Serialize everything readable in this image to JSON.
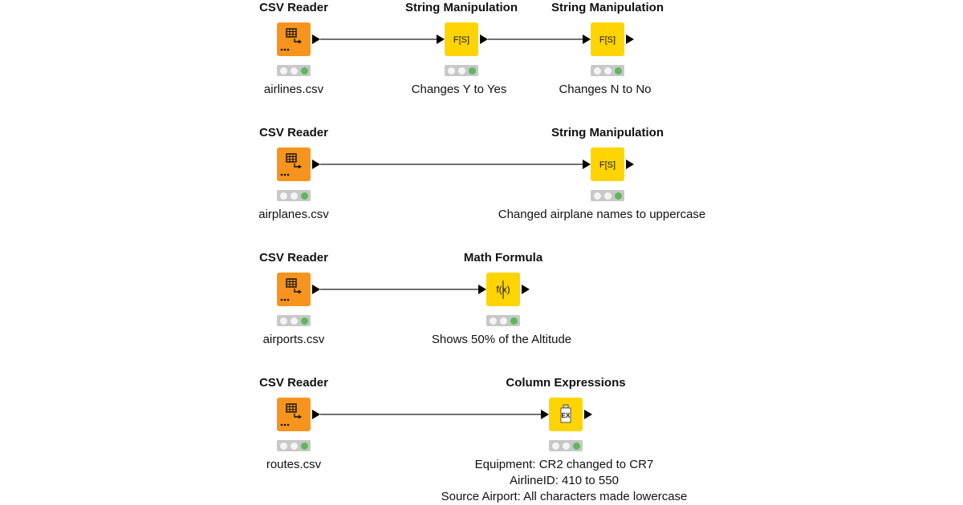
{
  "colors": {
    "reader": "#f7941d",
    "manipulator": "#ffd400",
    "edge": "#707070",
    "status_ok": "#5cb85c"
  },
  "rows": [
    {
      "nodes": [
        {
          "title": "CSV Reader",
          "caption": "airlines.csv",
          "kind": "reader",
          "icon": "table-import-icon"
        },
        {
          "title": "String Manipulation",
          "caption": "Changes Y to Yes",
          "kind": "manipulator",
          "icon": "string-manipulation-icon",
          "icon_text": "F[S]"
        },
        {
          "title": "String Manipulation",
          "caption": "Changes N to No",
          "kind": "manipulator",
          "icon": "string-manipulation-icon",
          "icon_text": "F[S]"
        }
      ]
    },
    {
      "nodes": [
        {
          "title": "CSV Reader",
          "caption": "airplanes.csv",
          "kind": "reader",
          "icon": "table-import-icon"
        },
        {
          "title": "String Manipulation",
          "caption": "Changed airplane names to uppercase",
          "kind": "manipulator",
          "icon": "string-manipulation-icon",
          "icon_text": "F[S]"
        }
      ]
    },
    {
      "nodes": [
        {
          "title": "CSV Reader",
          "caption": "airports.csv",
          "kind": "reader",
          "icon": "table-import-icon"
        },
        {
          "title": "Math Formula",
          "caption": "Shows 50% of the Altitude",
          "kind": "manipulator",
          "icon": "math-formula-icon",
          "icon_text": "f(x)"
        }
      ]
    },
    {
      "nodes": [
        {
          "title": "CSV Reader",
          "caption": "routes.csv",
          "kind": "reader",
          "icon": "table-import-icon"
        },
        {
          "title": "Column Expressions",
          "caption": "Equipment: CR2 changed to CR7\nAirlineID: 410 to 550\nSource Airport: All characters made lowercase",
          "kind": "manipulator",
          "icon": "column-expressions-icon",
          "icon_text": "EX"
        }
      ]
    }
  ]
}
